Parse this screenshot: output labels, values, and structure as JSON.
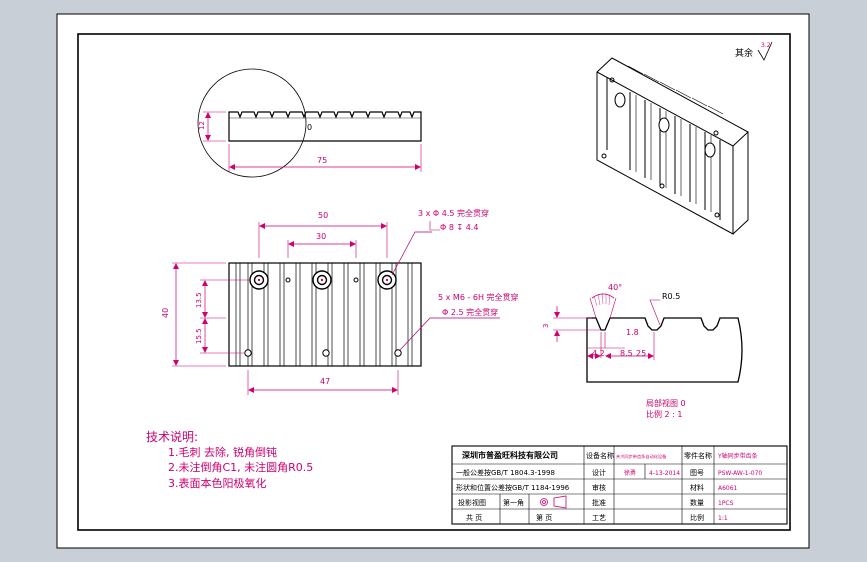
{
  "colors": {
    "background": "#c9cfd6",
    "sheet": "#ffffff",
    "outline": "#000000",
    "dimension": "#d0006f",
    "leader": "#b00070"
  },
  "surface_finish": {
    "label": "其余",
    "value": "3.2"
  },
  "top_view": {
    "dim_length": "75",
    "dim_height": "12",
    "detail_mark": "0"
  },
  "front_view": {
    "dim_span_outer": "50",
    "dim_span_inner": "30",
    "dim_width": "47",
    "dim_height": "40",
    "dim_left_upper": "13.5",
    "dim_left_lower": "15.5",
    "callout_counterbore_1": "3 x  Φ 4.5 完全贯穿",
    "callout_counterbore_2": "Φ 8  ↧ 4.4",
    "callout_thread_1": "5 x  M6 - 6H 完全贯穿",
    "callout_thread_2": "Φ 2.5 完全贯穿"
  },
  "detail_view": {
    "angle": "40°",
    "radius": "R0.5",
    "depth": "3",
    "groove_width": "1.8",
    "offset": "4.2",
    "pitch": "8.5",
    "pitch_end": "25",
    "caption_1": "局部视图 0",
    "caption_2": "比例 2 : 1"
  },
  "notes": {
    "title": "技术说明:",
    "items": [
      "1.毛刺 去除, 锐角倒钝",
      "2.未注倒角C1, 未注圆角R0.5",
      "3.表面本色阳极氧化"
    ]
  },
  "title_block": {
    "company": "深圳市普盈旺科技有限公司",
    "tolerance_1": "一般公差按GB/T 1804.3-1998",
    "tolerance_2": "形状和位置公差按GB/T 1184-1996",
    "projection": "投影视图",
    "sheet_label": "第一角",
    "total_label": "共  页",
    "page_label": "第  页",
    "h_product_name": "设备名称",
    "v_product_name": "夹爪同步带齿条自动化设备",
    "h_part_name": "零件名称",
    "v_part_name": "Y轴同步带齿条",
    "h_design": "设计",
    "v_designer": "徐勇",
    "v_date": "4-13-2014",
    "h_drawing_no": "图号",
    "v_drawing_no": "PSW-AW-1-070",
    "h_check": "审核",
    "h_material": "材料",
    "v_material": "A6061",
    "h_approve": "批准",
    "h_quantity": "数量",
    "v_quantity": "1PCS",
    "h_process": "工艺",
    "h_scale": "比例",
    "v_scale": "1:1"
  }
}
